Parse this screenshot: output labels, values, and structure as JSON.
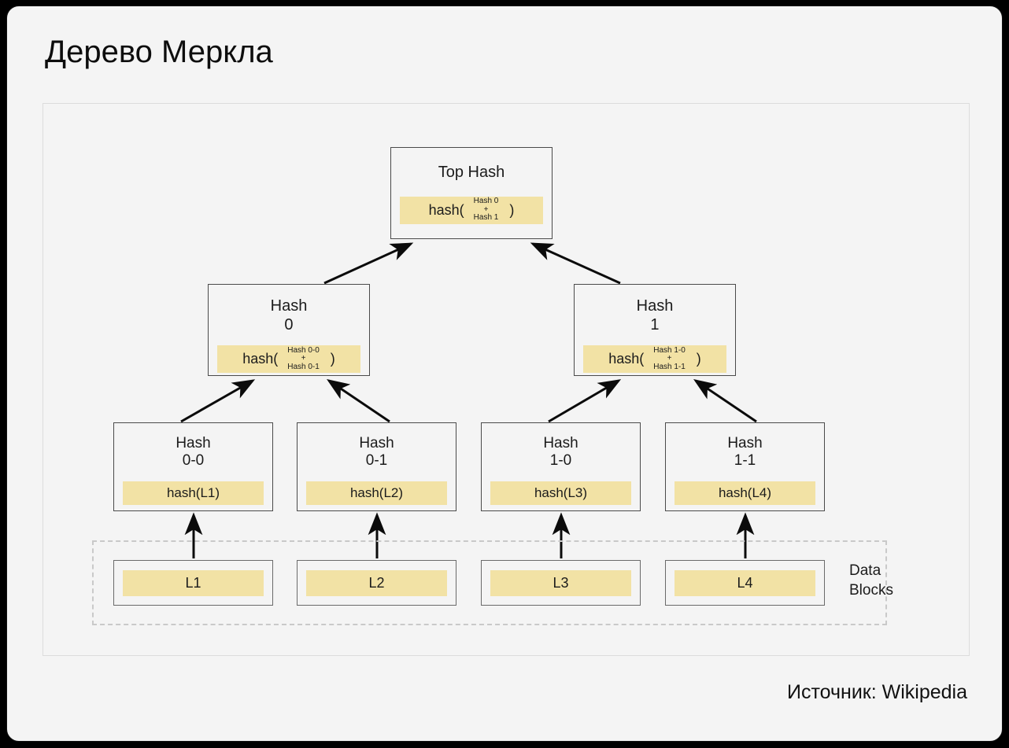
{
  "page": {
    "title": "Дерево Меркла",
    "source_note": "Источник: Wikipedia",
    "background_color": "#000000",
    "card_color": "#f4f4f4",
    "hash_bar_color": "#f2e2a5",
    "node_border_color": "#4a4a4a",
    "dashed_border_color": "#c9c9c9"
  },
  "diagram": {
    "type": "merkle-tree",
    "data_blocks_label": "Data\nBlocks",
    "top": {
      "title": "Top Hash",
      "fn": "hash(",
      "operand_a": "Hash 0",
      "operator": "+",
      "operand_b": "Hash 1",
      "paren": ")"
    },
    "level1": [
      {
        "title": "Hash\n0",
        "fn": "hash(",
        "operand_a": "Hash 0-0",
        "operator": "+",
        "operand_b": "Hash 0-1",
        "paren": ")"
      },
      {
        "title": "Hash\n1",
        "fn": "hash(",
        "operand_a": "Hash 1-0",
        "operator": "+",
        "operand_b": "Hash 1-1",
        "paren": ")"
      }
    ],
    "level2": [
      {
        "title": "Hash\n0-0",
        "expr": "hash(L1)"
      },
      {
        "title": "Hash\n0-1",
        "expr": "hash(L2)"
      },
      {
        "title": "Hash\n1-0",
        "expr": "hash(L3)"
      },
      {
        "title": "Hash\n1-1",
        "expr": "hash(L4)"
      }
    ],
    "blocks": [
      {
        "label": "L1"
      },
      {
        "label": "L2"
      },
      {
        "label": "L3"
      },
      {
        "label": "L4"
      }
    ]
  }
}
